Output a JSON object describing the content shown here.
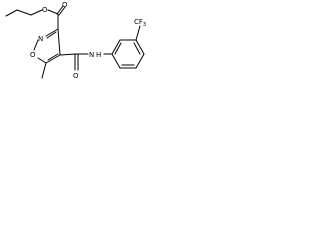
{
  "molecule": {
    "atoms": [
      {
        "id": "ether_o",
        "label": "O"
      },
      {
        "id": "carbonyl_o1",
        "label": "O"
      },
      {
        "id": "ring_o",
        "label": "O"
      },
      {
        "id": "ring_n",
        "label": "N"
      },
      {
        "id": "carbonyl_o2",
        "label": "O"
      },
      {
        "id": "amide_n",
        "label": "N"
      },
      {
        "id": "amide_h",
        "label": "H"
      },
      {
        "id": "cf3_c",
        "label": "CF"
      },
      {
        "id": "cf3_sub",
        "label": "3"
      }
    ]
  },
  "colors": {
    "bond": "#000000",
    "background": "#ffffff"
  }
}
